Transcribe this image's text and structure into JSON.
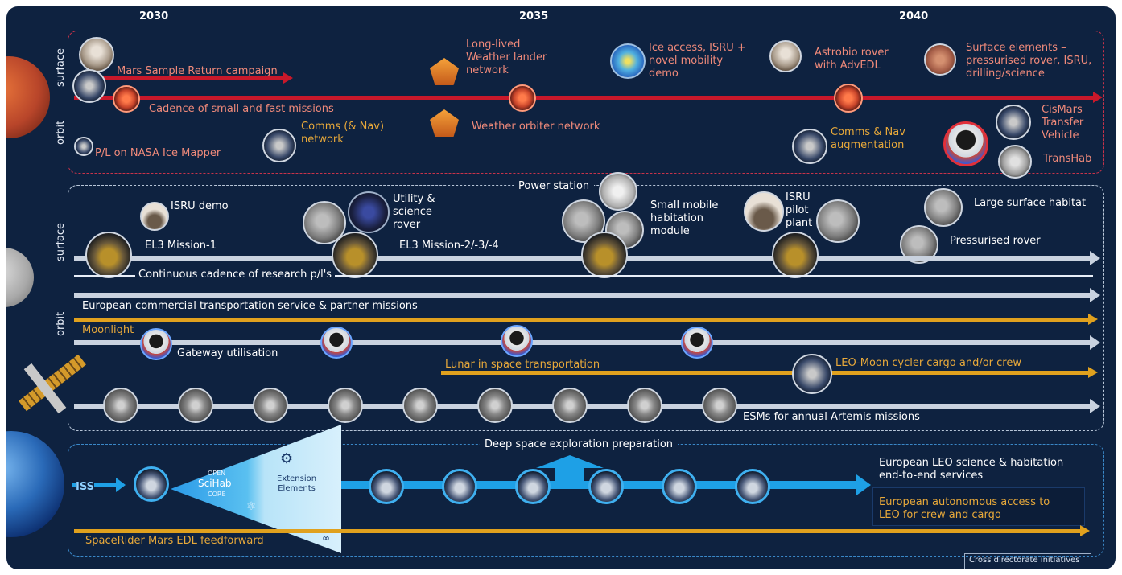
{
  "colors": {
    "background": "#0e2240",
    "mars_arrow": "#c8182a",
    "lunar_arrow": "#c9d2df",
    "gold_arrow": "#e0a11e",
    "leo_arrow": "#1ea0e6",
    "mars_box": "#c8334a",
    "lunar_box": "#b8c6d8",
    "leo_box": "#3a88c8"
  },
  "years": [
    "2030",
    "2035",
    "2040"
  ],
  "mars": {
    "surface_label": "surface",
    "orbit_label": "orbit",
    "msr": "Mars Sample Return campaign",
    "cadence": "Cadence of small and fast missions",
    "pl_ice": "P/L on NASA Ice Mapper",
    "comms": "Comms (& Nav)\nnetwork",
    "weather_lander": "Long-lived\nWeather lander\nnetwork",
    "weather_orbiter": "Weather orbiter network",
    "ice_access": "Ice access, ISRU +\nnovel mobility\ndemo",
    "astrobio": "Astrobio rover\nwith AdvEDL",
    "surface_elements": "Surface elements –\npressurised rover, ISRU,\ndrilling/science",
    "comms_aug": "Comms & Nav\naugmentation",
    "cismars": "CisMars\nTransfer\nVehicle",
    "transhab": "TransHab"
  },
  "moon": {
    "surface_label": "surface",
    "orbit_label": "orbit",
    "isru_demo": "ISRU demo",
    "utility_rover": "Utility &\nscience\nrover",
    "power_station": "Power station",
    "small_mobile": "Small mobile\nhabitation\nmodule",
    "isru_pilot": "ISRU\npilot\nplant",
    "large_habitat": "Large surface habitat",
    "pressurised_rover": "Pressurised rover",
    "el3_1": "EL3 Mission-1",
    "el3_234": "EL3 Mission-2/-3/-4",
    "continuous": "Continuous cadence of research p/l's",
    "eu_commercial": "European commercial transportation service & partner missions",
    "moonlight": "Moonlight",
    "gateway": "Gateway utilisation",
    "lunar_transport": "Lunar in space transportation",
    "leo_moon": "LEO-Moon cycler cargo and/or crew",
    "esms": "ESMs for annual Artemis missions"
  },
  "leo": {
    "deep_space": "Deep space exploration preparation",
    "iss": "ISS",
    "open": "OPEN",
    "scihab": "SciHab",
    "core": "CORE",
    "extension": "Extension\nElements",
    "eu_leo": "European LEO science & habitation\nend-to-end services",
    "eu_auto": "European autonomous access to\nLEO for crew and cargo",
    "spacerider": "SpaceRider Mars EDL feedforward",
    "cross": "Cross directorate initiatives"
  }
}
